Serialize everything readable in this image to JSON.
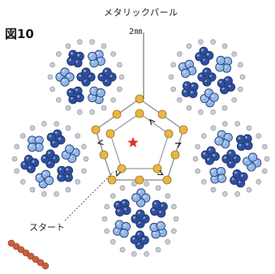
{
  "figure": {
    "number_label": "図10",
    "bead_name": "メタリックパール",
    "bead_size": "2㎜",
    "start_label": "スタート"
  },
  "colors": {
    "dark_blue_bead": "#2d4f9e",
    "light_blue_bead": "#8fb6e8",
    "metallic_pearl": "#e8b642",
    "silver_seed": "#c9ccd4",
    "thread_outline": "#9a9a9a",
    "start_star": "#e0302a",
    "copper_beads": "#c8603e"
  },
  "motifs": [
    "top-left",
    "top-right",
    "left",
    "right",
    "bottom"
  ],
  "icons": [
    "start-star-icon",
    "direction-arrow-icon"
  ]
}
